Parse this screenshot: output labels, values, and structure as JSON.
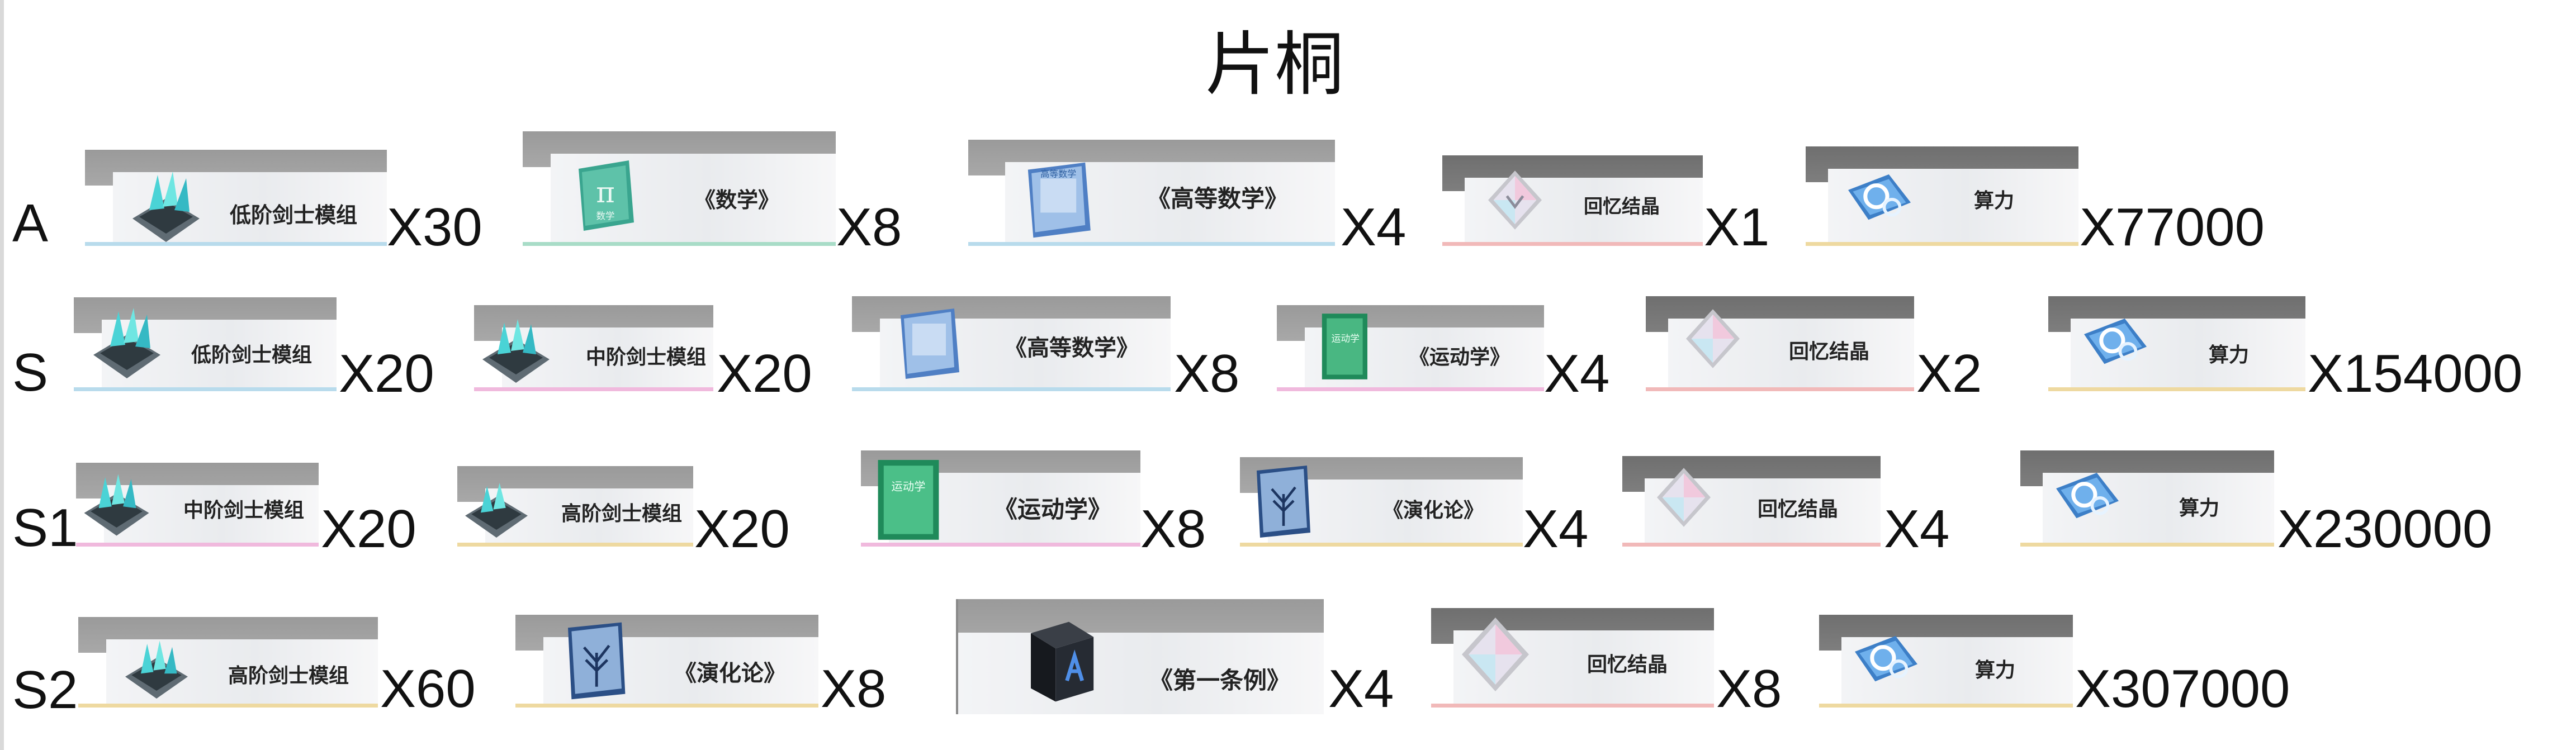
{
  "title": "片桐",
  "colors": {
    "band": "#a4a4a4",
    "band_dark": "#767676",
    "line_blue": "#b8dbec",
    "line_pink": "#f0b9dd",
    "line_yellow": "#eed9a0",
    "line_red": "#f1b9b9",
    "line_green": "#a8dcc7"
  },
  "rows": [
    {
      "tier": "A",
      "items": [
        {
          "name": "低阶剑士模组",
          "qty": "X30",
          "icon": "sword-module-icon"
        },
        {
          "name": "《数学》",
          "qty": "X8",
          "icon": "math-book-icon"
        },
        {
          "name": "《高等数学》",
          "qty": "X4",
          "icon": "advanced-math-book-icon"
        },
        {
          "name": "回忆结晶",
          "qty": "X1",
          "icon": "memory-crystal-icon"
        },
        {
          "name": "算力",
          "qty": "X77000",
          "icon": "compute-chip-icon"
        }
      ]
    },
    {
      "tier": "S",
      "items": [
        {
          "name": "低阶剑士模组",
          "qty": "X20",
          "icon": "sword-module-icon"
        },
        {
          "name": "中阶剑士模组",
          "qty": "X20",
          "icon": "sword-module-icon"
        },
        {
          "name": "《高等数学》",
          "qty": "X8",
          "icon": "advanced-math-book-icon"
        },
        {
          "name": "《运动学》",
          "qty": "X4",
          "icon": "kinematics-book-icon"
        },
        {
          "name": "回忆结晶",
          "qty": "X2",
          "icon": "memory-crystal-icon"
        },
        {
          "name": "算力",
          "qty": "X154000",
          "icon": "compute-chip-icon"
        }
      ]
    },
    {
      "tier": "S1",
      "items": [
        {
          "name": "中阶剑士模组",
          "qty": "X20",
          "icon": "sword-module-icon"
        },
        {
          "name": "高阶剑士模组",
          "qty": "X20",
          "icon": "sword-module-icon"
        },
        {
          "name": "《运动学》",
          "qty": "X8",
          "icon": "kinematics-book-icon"
        },
        {
          "name": "《演化论》",
          "qty": "X4",
          "icon": "evolution-book-icon"
        },
        {
          "name": "回忆结晶",
          "qty": "X4",
          "icon": "memory-crystal-icon"
        },
        {
          "name": "算力",
          "qty": "X230000",
          "icon": "compute-chip-icon"
        }
      ]
    },
    {
      "tier": "S2",
      "items": [
        {
          "name": "高阶剑士模组",
          "qty": "X60",
          "icon": "sword-module-icon"
        },
        {
          "name": "《演化论》",
          "qty": "X8",
          "icon": "evolution-book-icon"
        },
        {
          "name": "《第一条例》",
          "qty": "X4",
          "icon": "first-regulation-cube-icon"
        },
        {
          "name": "回忆结晶",
          "qty": "X8",
          "icon": "memory-crystal-icon"
        },
        {
          "name": "算力",
          "qty": "X307000",
          "icon": "compute-chip-icon"
        }
      ]
    }
  ]
}
